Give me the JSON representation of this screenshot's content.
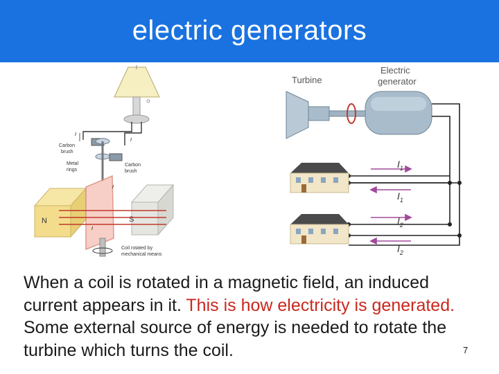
{
  "header": {
    "title": "electric generators",
    "bg_color": "#1a72e0"
  },
  "left_figure": {
    "carbon_brush_top": [
      "Carbon",
      "brush"
    ],
    "metal_rings": [
      "Metal",
      "rings"
    ],
    "carbon_brush_right": [
      "Carbon",
      "brush"
    ],
    "coil_rotated": [
      "Coil rotated by",
      "mechanical means"
    ],
    "magnet_n": "N",
    "magnet_s": "S",
    "current_symbol": "I"
  },
  "right_figure": {
    "turbine": "Turbine",
    "generator": [
      "Electric",
      "generator"
    ],
    "currents": [
      {
        "letter": "I",
        "sub": "1"
      },
      {
        "letter": "I",
        "sub": "1"
      },
      {
        "letter": "I",
        "sub": "2"
      },
      {
        "letter": "I",
        "sub": "2"
      }
    ]
  },
  "body": {
    "text_plain": "When a coil is rotated in a magnetic field, an induced current appears in it.",
    "text_highlight": "This is how electricity is generated.",
    "text_rest": "Some external source of energy is needed to rotate the turbine which turns the coil.",
    "highlight_color": "#c8281e"
  },
  "slide_number": "7"
}
